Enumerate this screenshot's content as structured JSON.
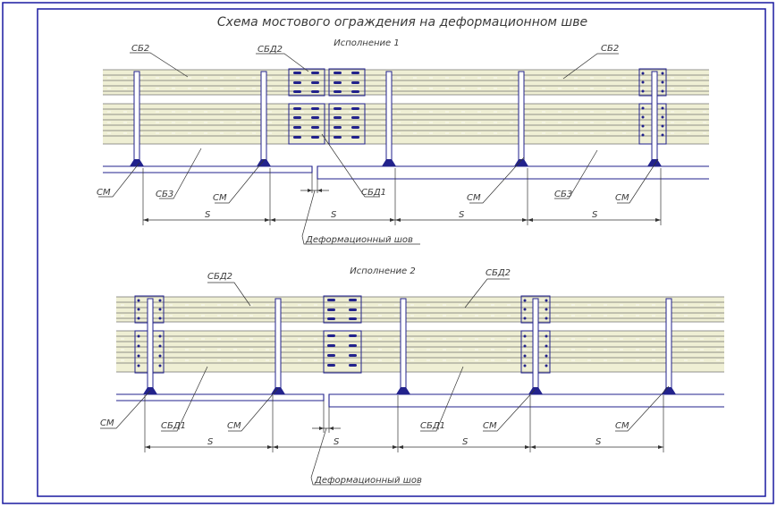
{
  "title": "Схема  мостового ограждения на деформационном шве",
  "variants": [
    {
      "name": "Исполнение 1",
      "labels": {
        "top_left": "СБ2",
        "top_mid": "СБД2",
        "top_right": "СБ2",
        "bottom_beam_left": "СБ3",
        "bottom_beam_right": "СБ3",
        "center_beam": "СБД1",
        "post_left": "СМ",
        "post_2": "СМ",
        "post_3": "СМ",
        "post_right": "СМ"
      },
      "spans": [
        "S",
        "S",
        "S",
        "S"
      ],
      "joint_label": "Деформационный шов"
    },
    {
      "name": "Исполнение 2",
      "labels": {
        "top_left": "СБД2",
        "top_right": "СБД2",
        "bottom_beam_left": "СБД1",
        "bottom_beam_right": "СБД1",
        "post_left": "СМ",
        "post_2": "СМ",
        "post_3": "СМ",
        "post_right": "СМ"
      },
      "spans": [
        "S",
        "S",
        "S",
        "S"
      ],
      "joint_label": "Деформационный шов"
    }
  ],
  "colors": {
    "frame": "#1a1aa0",
    "structure": "#22228c",
    "rail_fill": "#e8e8c8",
    "rail_line": "#6a6a6a",
    "text": "#3a3a3a",
    "dim": "#333333"
  }
}
